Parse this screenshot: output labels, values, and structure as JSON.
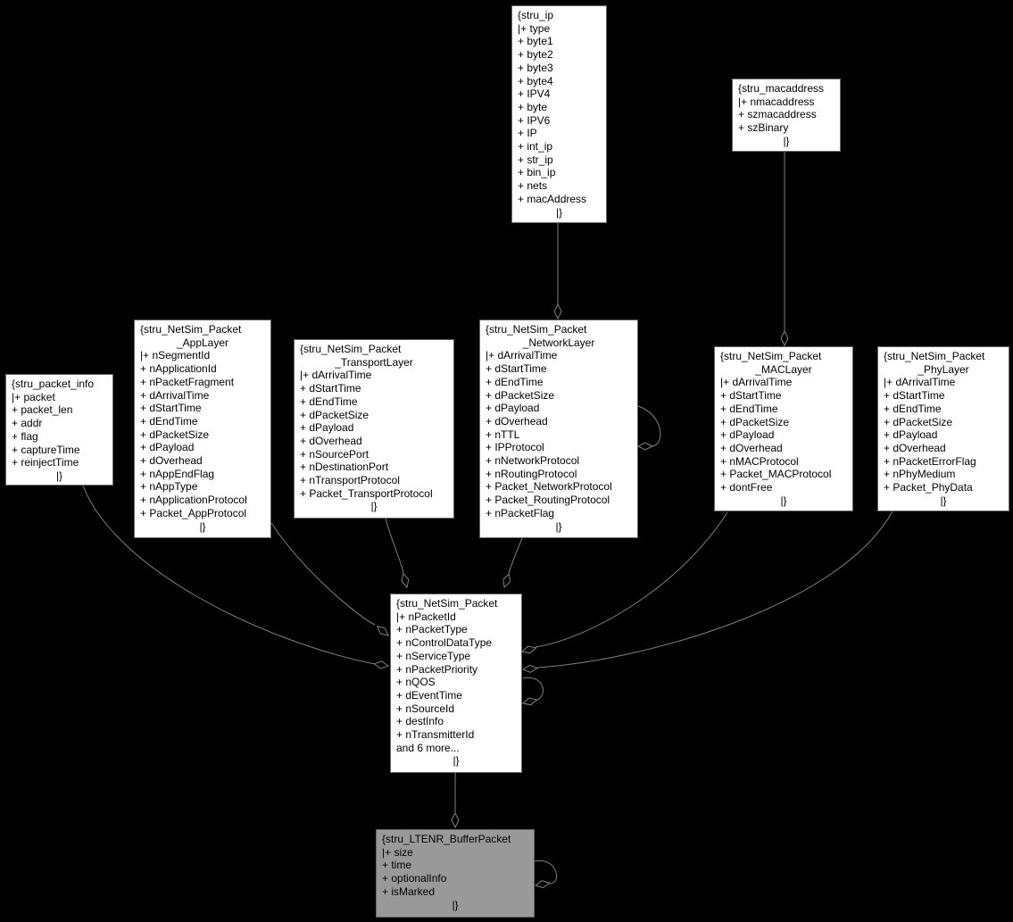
{
  "nodes": [
    {
      "id": "stru_ip",
      "header": [
        "{stru_ip"
      ],
      "members": [
        "|+ type",
        "+ byte1",
        "+ byte2",
        "+ byte3",
        "+ byte4",
        "+ IPV4",
        "+ byte",
        "+ IPV6",
        "+ IP",
        "+ int_ip",
        "+ str_ip",
        "+ bin_ip",
        "+ nets",
        "+ macAddress"
      ],
      "footer": "|}"
    },
    {
      "id": "stru_macaddress",
      "header": [
        "{stru_macaddress"
      ],
      "members": [
        "|+ nmacaddress",
        "+ szmacaddress",
        "+ szBinary"
      ],
      "footer": "|}"
    },
    {
      "id": "stru_packet_info",
      "header": [
        "{stru_packet_info"
      ],
      "members": [
        "|+ packet",
        "+ packet_len",
        "+ addr",
        "+ flag",
        "+ captureTime",
        "+ reinjectTime"
      ],
      "footer": "|}"
    },
    {
      "id": "app_layer",
      "header": [
        "{stru_NetSim_Packet",
        "_AppLayer"
      ],
      "members": [
        "|+ nSegmentId",
        "+ nApplicationId",
        "+ nPacketFragment",
        "+ dArrivalTime",
        "+ dStartTime",
        "+ dEndTime",
        "+ dPacketSize",
        "+ dPayload",
        "+ dOverhead",
        "+ nAppEndFlag",
        "+ nAppType",
        "+ nApplicationProtocol",
        "+ Packet_AppProtocol"
      ],
      "footer": "|}"
    },
    {
      "id": "transport_layer",
      "header": [
        "{stru_NetSim_Packet",
        "_TransportLayer"
      ],
      "members": [
        "|+ dArrivalTime",
        "+ dStartTime",
        "+ dEndTime",
        "+ dPacketSize",
        "+ dPayload",
        "+ dOverhead",
        "+ nSourcePort",
        "+ nDestinationPort",
        "+ nTransportProtocol",
        "+ Packet_TransportProtocol"
      ],
      "footer": "|}"
    },
    {
      "id": "network_layer",
      "header": [
        "{stru_NetSim_Packet",
        "_NetworkLayer"
      ],
      "members": [
        "|+ dArrivalTime",
        "+ dStartTime",
        "+ dEndTime",
        "+ dPacketSize",
        "+ dPayload",
        "+ dOverhead",
        "+ nTTL",
        "+ IPProtocol",
        "+ nNetworkProtocol",
        "+ nRoutingProtocol",
        "+ Packet_NetworkProtocol",
        "+ Packet_RoutingProtocol",
        "+ nPacketFlag"
      ],
      "footer": "|}"
    },
    {
      "id": "mac_layer",
      "header": [
        "{stru_NetSim_Packet",
        "_MACLayer"
      ],
      "members": [
        "|+ dArrivalTime",
        "+ dStartTime",
        "+ dEndTime",
        "+ dPacketSize",
        "+ dPayload",
        "+ dOverhead",
        "+ nMACProtocol",
        "+ Packet_MACProtocol",
        "+ dontFree"
      ],
      "footer": "|}"
    },
    {
      "id": "phy_layer",
      "header": [
        "{stru_NetSim_Packet",
        "_PhyLayer"
      ],
      "members": [
        "|+ dArrivalTime",
        "+ dStartTime",
        "+ dEndTime",
        "+ dPacketSize",
        "+ dPayload",
        "+ dOverhead",
        "+ nPacketErrorFlag",
        "+ nPhyMedium",
        "+ Packet_PhyData"
      ],
      "footer": "|}"
    },
    {
      "id": "netsim_packet",
      "header": [
        "{stru_NetSim_Packet"
      ],
      "members": [
        "|+ nPacketId",
        "+ nPacketType",
        "+ nControlDataType",
        "+ nServiceType",
        "+ nPacketPriority",
        "+ nQOS",
        "+ dEventTime",
        "+ nSourceId",
        "+ destInfo",
        "+ nTransmitterId",
        "and 6 more..."
      ],
      "footer": "|}"
    },
    {
      "id": "ltenr_buffer_packet",
      "header": [
        "{stru_LTENR_BufferPacket"
      ],
      "members": [
        "|+ size",
        "+ time",
        "+ optionalInfo",
        "+ isMarked"
      ],
      "footer": "|}"
    }
  ],
  "colors": {
    "background": "#000000",
    "node_fill": "#ffffff",
    "focus_fill": "#999999",
    "edge": "#808080"
  }
}
